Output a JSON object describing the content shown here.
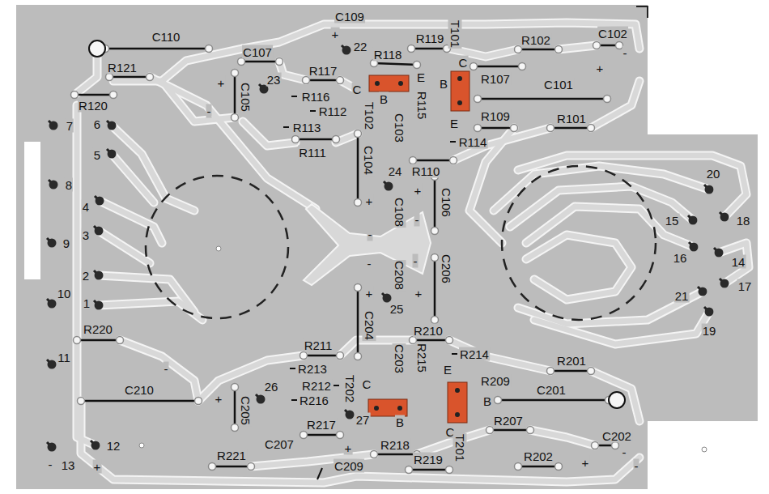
{
  "diagram": {
    "labels": [
      "C109",
      "+",
      "C110",
      "R119",
      "T101",
      "R102",
      "C102",
      "22",
      "R118",
      "C107",
      "C",
      "-",
      "R121",
      "R117",
      "E",
      "B",
      "R107",
      "C101",
      "+",
      "23",
      "C",
      "+",
      "C105",
      "R116",
      "B",
      "R115",
      "R120",
      "R112",
      "T102",
      "C103",
      "E",
      "R109",
      "R101",
      "7",
      "6",
      "-",
      "R113",
      "R114",
      "R111",
      "C104",
      "+",
      "5",
      "R110",
      "24",
      "+",
      "C106",
      "C108",
      "-",
      "-",
      "8",
      "20",
      "4",
      "15",
      "18",
      "3",
      "9",
      "16",
      "14",
      "-",
      "C208",
      "-",
      "C206",
      "2",
      "17",
      "21",
      "10",
      "+",
      "C204",
      "+",
      "25",
      "1",
      "19",
      "R220",
      "R210",
      "R211",
      "R214",
      "R201",
      "11",
      "C203",
      "R213",
      "R215",
      "E",
      "-",
      "R212",
      "T202",
      "C",
      "R209",
      "26",
      "C210",
      "B",
      "C201",
      "+",
      "C205",
      "R216",
      "27",
      "B",
      "R207",
      "R217",
      "C",
      "T201",
      "C207",
      "R218",
      "C202",
      "-",
      "+",
      "12",
      "R221",
      "R219",
      "R202",
      "+",
      "-",
      "C209",
      "-",
      "13",
      "+"
    ]
  }
}
